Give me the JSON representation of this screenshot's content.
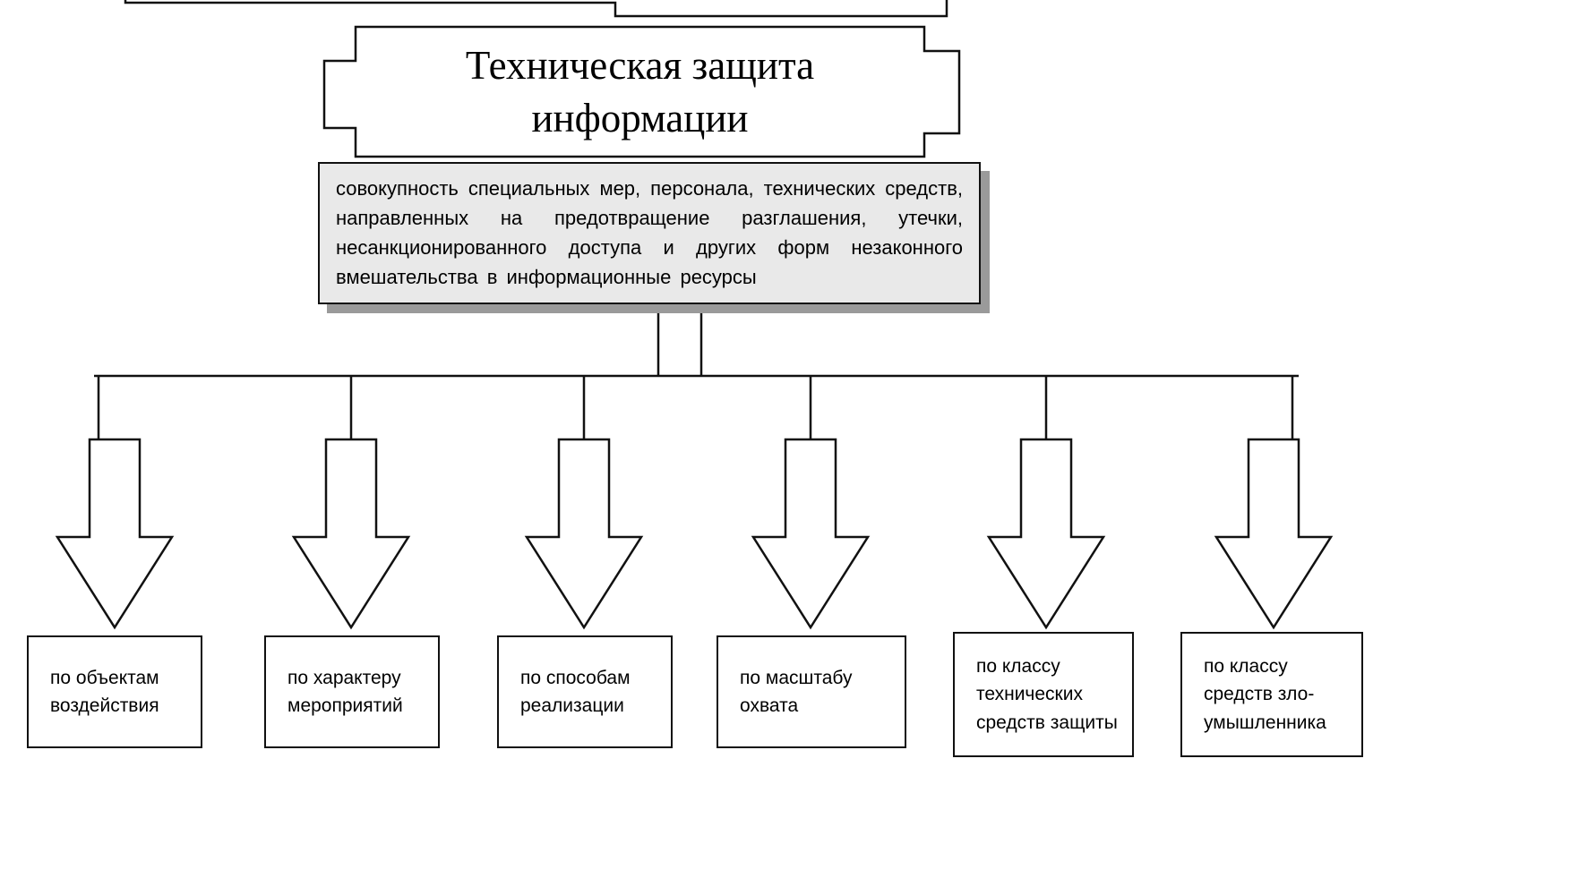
{
  "diagram": {
    "title": "Техническая защита\nинформации",
    "definition": "совокупность специальных мер, персонала, технических средств, направленных на предотвращение разглашения, утечки, несанкционированного доступа и других форм незаконного вмешательства в информационные ресурсы",
    "categories": [
      {
        "label": "по объектам\nвоздействия"
      },
      {
        "label": "по характеру\nмероприятий"
      },
      {
        "label": "по способам\nреализации"
      },
      {
        "label": "по масштабу\nохвата"
      },
      {
        "label": "по классу\nтехнических\nсредств защиты"
      },
      {
        "label": "по классу\nсредств зло-\nумышленника"
      }
    ]
  },
  "colors": {
    "line": "#111111",
    "definition_bg": "#e9e9e9",
    "definition_shadow": "#9a9a9a",
    "box_bg": "#ffffff"
  }
}
